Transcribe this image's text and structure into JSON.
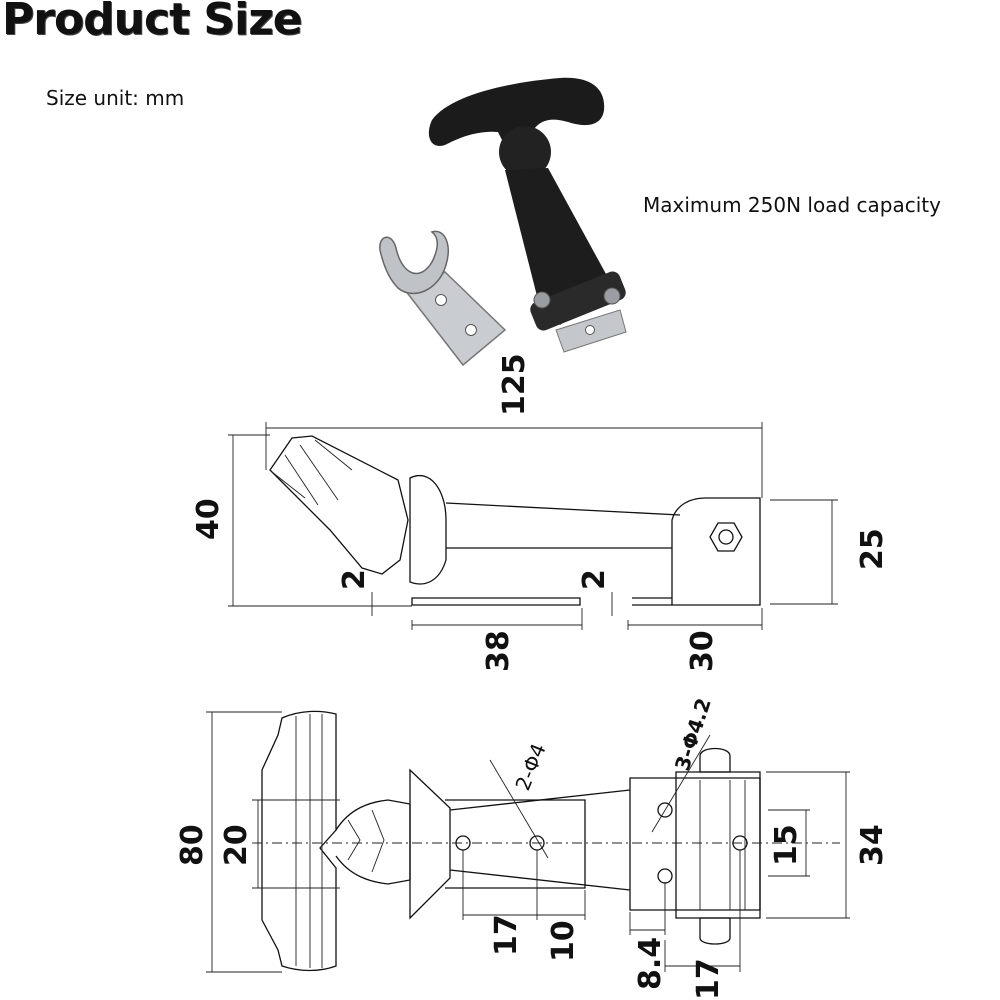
{
  "header": {
    "title": "Product Size",
    "unit_note": "Size unit: mm",
    "load_note": "Maximum 250N load capacity"
  },
  "side_view": {
    "overall_length": "125",
    "height": "40",
    "pivot_height": "25",
    "plate_thickness_left": "2",
    "plate_thickness_right": "2",
    "keeper_length": "38",
    "base_length": "30"
  },
  "top_view": {
    "handle_width": "80",
    "neck_width": "20",
    "hole_spacing_small": "15",
    "base_width": "34",
    "keeper_hole_offset": "17",
    "keeper_hole_pitch": "10",
    "base_hole_offset": "8.4",
    "base_hole_pitch": "17",
    "keeper_holes_label": "2-Φ4",
    "base_holes_label": "3-Φ4.2"
  },
  "colors": {
    "line": "#111111",
    "rubber": "#1a1a1a",
    "steel": "#b9bcc0"
  }
}
